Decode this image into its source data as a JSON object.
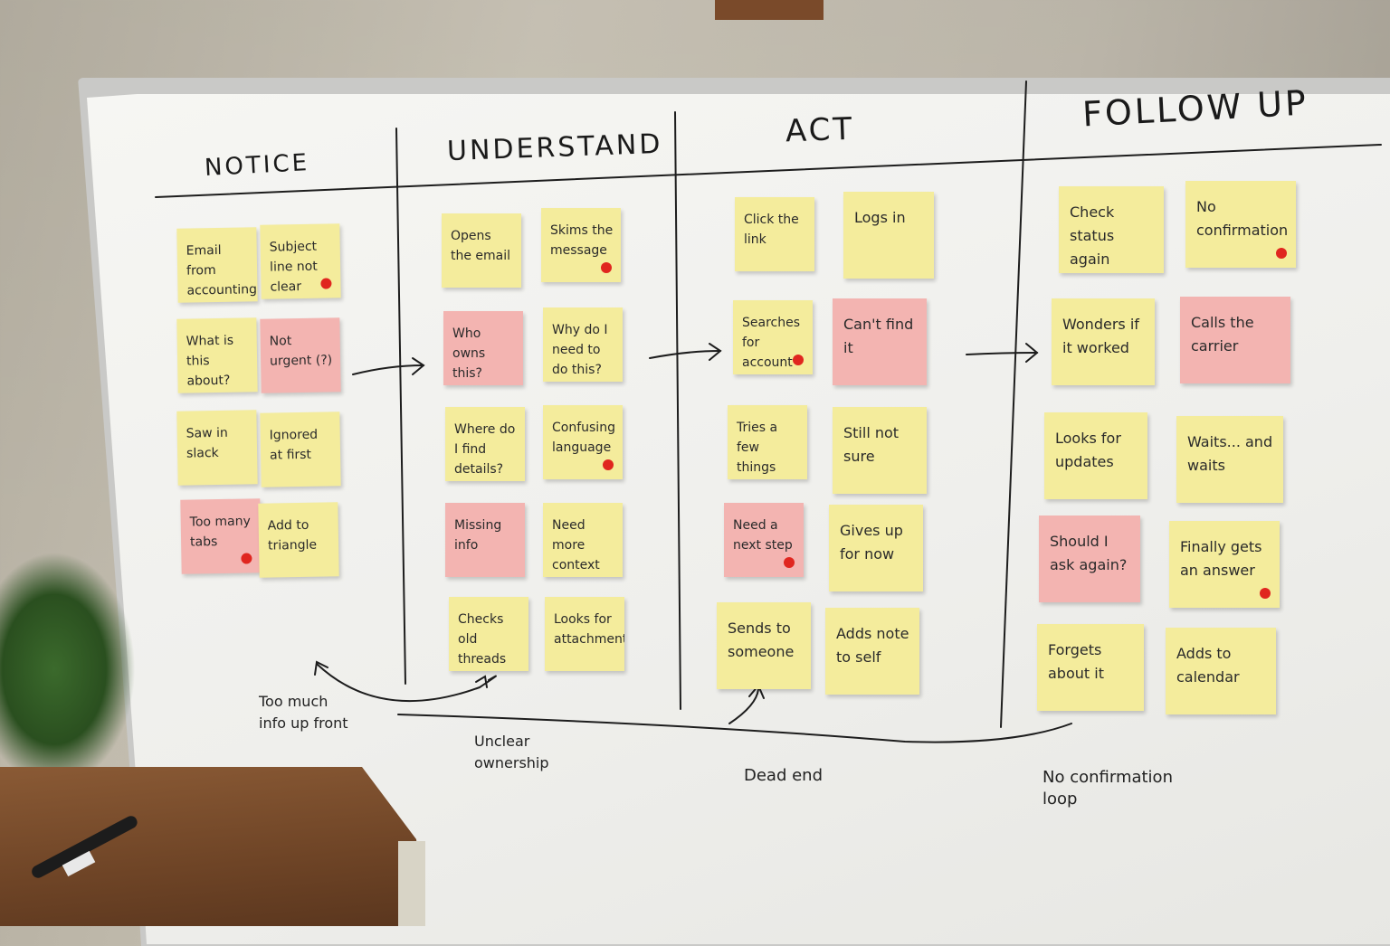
{
  "headings": {
    "notice": "NOTICE",
    "understand": "UNDERSTAND",
    "act": "ACT",
    "follow_up": "FOLLOW UP"
  },
  "notes": {
    "notice": [
      {
        "text": "Email from accounting",
        "color": "yellow",
        "dot": false
      },
      {
        "text": "Subject line not clear",
        "color": "yellow",
        "dot": true
      },
      {
        "text": "What is this about?",
        "color": "yellow",
        "dot": false
      },
      {
        "text": "Not urgent (?)",
        "color": "pink",
        "dot": false
      },
      {
        "text": "Saw in slack",
        "color": "yellow",
        "dot": false
      },
      {
        "text": "Ignored at first",
        "color": "yellow",
        "dot": false
      },
      {
        "text": "Too many tabs",
        "color": "pink",
        "dot": true
      },
      {
        "text": "Add to triangle",
        "color": "yellow",
        "dot": false
      }
    ],
    "understand": [
      {
        "text": "Opens the email",
        "color": "yellow",
        "dot": false
      },
      {
        "text": "Skims the message",
        "color": "yellow",
        "dot": true
      },
      {
        "text": "Who owns this?",
        "color": "pink",
        "dot": false
      },
      {
        "text": "Why do I need to do this?",
        "color": "yellow",
        "dot": false
      },
      {
        "text": "Where do I find details?",
        "color": "yellow",
        "dot": false
      },
      {
        "text": "Confusing language",
        "color": "yellow",
        "dot": true
      },
      {
        "text": "Missing info",
        "color": "pink",
        "dot": false
      },
      {
        "text": "Need more context",
        "color": "yellow",
        "dot": false
      },
      {
        "text": "Checks old threads",
        "color": "yellow",
        "dot": false
      },
      {
        "text": "Looks for attachments",
        "color": "yellow",
        "dot": false
      }
    ],
    "act": [
      {
        "text": "Click the link",
        "color": "yellow",
        "dot": false
      },
      {
        "text": "Logs in",
        "color": "yellow",
        "dot": false
      },
      {
        "text": "Searches for account",
        "color": "yellow",
        "dot": true
      },
      {
        "text": "Can't find it",
        "color": "pink",
        "dot": false
      },
      {
        "text": "Tries a few things",
        "color": "yellow",
        "dot": false
      },
      {
        "text": "Still not sure",
        "color": "yellow",
        "dot": false
      },
      {
        "text": "Need a next step",
        "color": "pink",
        "dot": true
      },
      {
        "text": "Gives up for now",
        "color": "yellow",
        "dot": false
      },
      {
        "text": "Sends to someone",
        "color": "yellow",
        "dot": false
      },
      {
        "text": "Adds note to self",
        "color": "yellow",
        "dot": false
      }
    ],
    "follow_up": [
      {
        "text": "Check status again",
        "color": "yellow",
        "dot": false
      },
      {
        "text": "No confirmation",
        "color": "yellow",
        "dot": true
      },
      {
        "text": "Wonders if it worked",
        "color": "yellow",
        "dot": false
      },
      {
        "text": "Calls the carrier",
        "color": "pink",
        "dot": false
      },
      {
        "text": "Looks for updates",
        "color": "yellow",
        "dot": false
      },
      {
        "text": "Waits... and waits",
        "color": "yellow",
        "dot": false
      },
      {
        "text": "Should I ask again?",
        "color": "pink",
        "dot": false
      },
      {
        "text": "Finally gets an answer",
        "color": "yellow",
        "dot": true
      },
      {
        "text": "Forgets about it",
        "color": "yellow",
        "dot": false
      },
      {
        "text": "Adds to calendar",
        "color": "yellow",
        "dot": false
      }
    ]
  },
  "annotations": {
    "too_much": "Too much\ninfo up front",
    "unclear": "Unclear\nownership",
    "dead_end": "Dead end",
    "no_confirmation": "No confirmation\nloop"
  },
  "colors": {
    "yellow_note": "#f4ec9c",
    "pink_note": "#f3b4b1",
    "dot": "#e0261f",
    "ink": "#1d1d1d"
  }
}
